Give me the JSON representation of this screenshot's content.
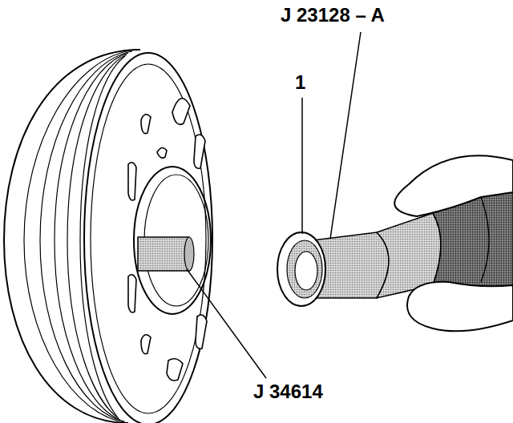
{
  "diagram": {
    "labels": [
      "J 23128 – A",
      "1",
      "J 34614"
    ]
  }
}
